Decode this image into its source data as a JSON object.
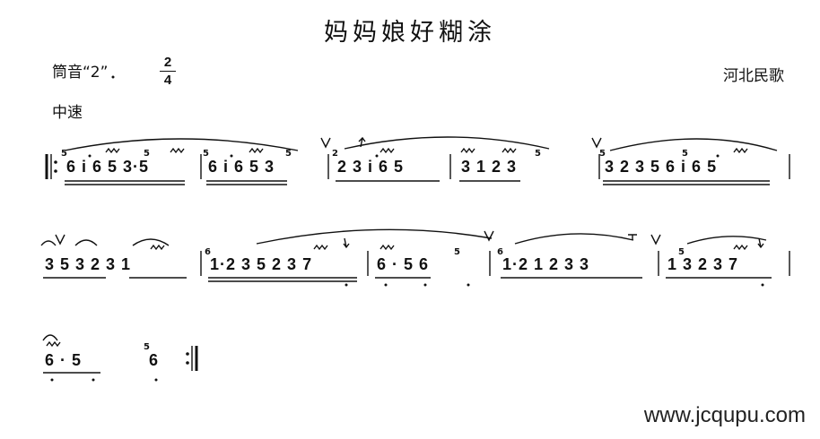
{
  "title": "妈妈娘好糊涂",
  "key_signature": "筒音“2”",
  "time_signature": {
    "numerator": "2",
    "denominator": "4"
  },
  "tempo": "中速",
  "origin": "河北民歌",
  "score": {
    "line1": [
      "6 i 6 5 3·5",
      "6 i 6 5 3",
      "2 3 i 6 5",
      "3 1 2  3",
      "3 2 3 5 6 i 6 5"
    ],
    "line2": [
      "3 5 3    2 3 1",
      "1·2 3 5 2 3 7",
      "6 · 5   6",
      "1·2 1 2    3 3",
      "1 3 2 3 7"
    ],
    "line3": [
      "6 · 5",
      "6"
    ],
    "grace": {
      "g1": "5",
      "g2": "5",
      "g3": "5",
      "g4": "5",
      "g5": "2",
      "g6": "5",
      "g7": "5",
      "g8": "5",
      "g9": "6",
      "g10": "5",
      "g11": "6",
      "g12": "5",
      "g13": "5"
    }
  },
  "watermark": "www.jcqupu.com"
}
